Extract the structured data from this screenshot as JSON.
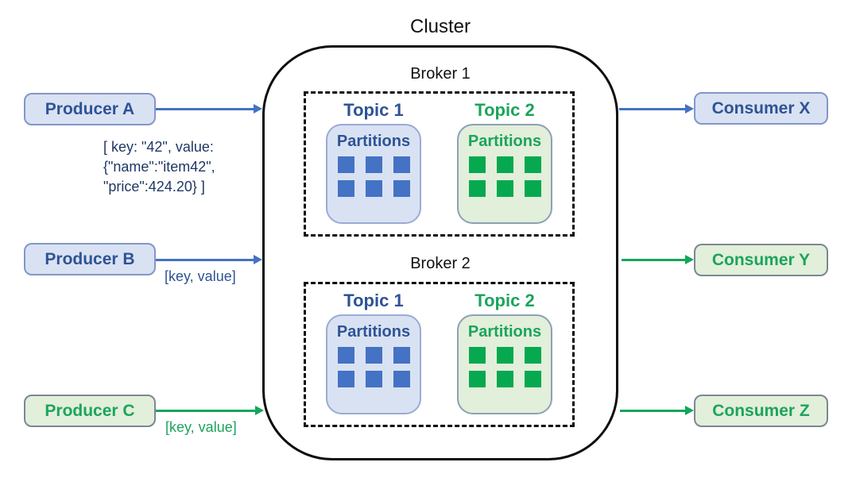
{
  "title": "Cluster",
  "cluster": {
    "brokers": [
      {
        "label": "Broker 1",
        "topics": [
          {
            "label": "Topic 1",
            "partitions_label": "Partitions",
            "variant": "blue",
            "partition_count": 6
          },
          {
            "label": "Topic 2",
            "partitions_label": "Partitions",
            "variant": "green",
            "partition_count": 6
          }
        ]
      },
      {
        "label": "Broker 2",
        "topics": [
          {
            "label": "Topic 1",
            "partitions_label": "Partitions",
            "variant": "blue",
            "partition_count": 6
          },
          {
            "label": "Topic 2",
            "partitions_label": "Partitions",
            "variant": "green",
            "partition_count": 6
          }
        ]
      }
    ]
  },
  "producers": [
    {
      "label": "Producer A",
      "variant": "blue",
      "message_lines": [
        "[ key: \"42\", value:",
        "{\"name\":\"item42\",",
        "\"price\":424.20} ]"
      ]
    },
    {
      "label": "Producer B",
      "variant": "blue",
      "message": "[key, value]"
    },
    {
      "label": "Producer C",
      "variant": "green",
      "message": "[key, value]"
    }
  ],
  "consumers": [
    {
      "label": "Consumer X",
      "variant": "blue"
    },
    {
      "label": "Consumer Y",
      "variant": "green"
    },
    {
      "label": "Consumer Z",
      "variant": "green"
    }
  ],
  "colors": {
    "blue_text": "#2E5395",
    "blue_accent": "#4472C4",
    "blue_fill": "#D9E2F3",
    "green_text": "#1CA45C",
    "green_accent": "#06A94F",
    "green_fill": "#E2EFDA",
    "annotation_navy": "#1F3864",
    "outline_black": "#0D0D0D"
  }
}
